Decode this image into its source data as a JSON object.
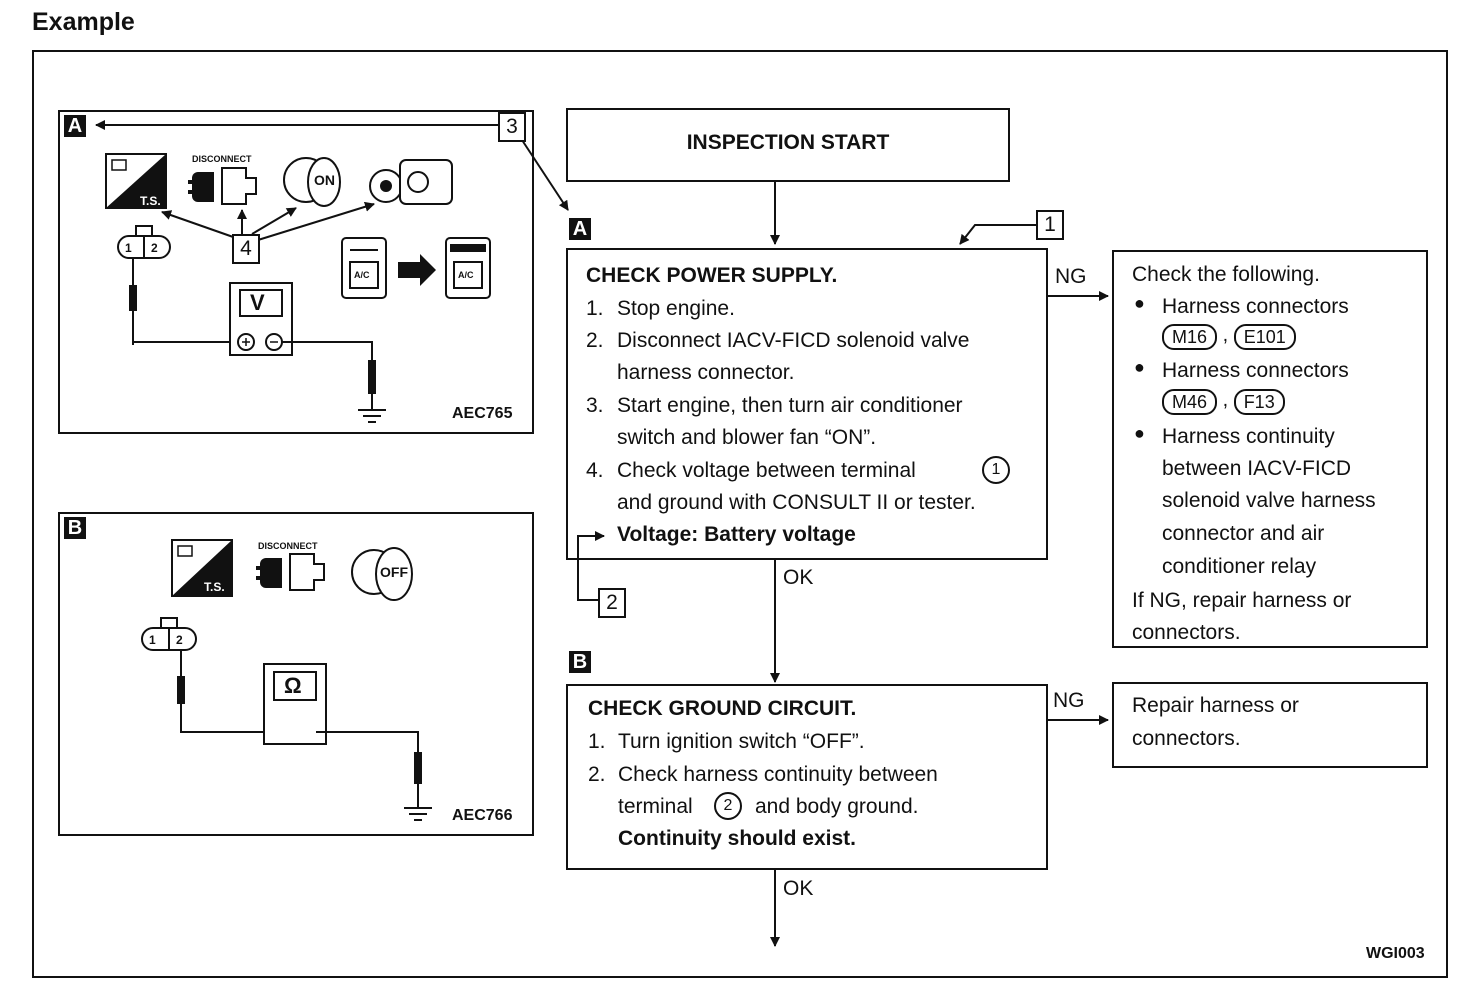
{
  "heading": "Example",
  "figure_code": "WGI003",
  "panel_a": {
    "label": "A",
    "code": "AEC765",
    "disconnect": "DISCONNECT",
    "ts": "T.S.",
    "switch": "ON",
    "ac": "A/C",
    "meter": "V",
    "connector_pins": [
      "1",
      "2"
    ],
    "callout_3": "3",
    "callout_4": "4"
  },
  "panel_b": {
    "label": "B",
    "code": "AEC766",
    "disconnect": "DISCONNECT",
    "ts": "T.S.",
    "switch": "OFF",
    "meter": "Ω",
    "connector_pins": [
      "1",
      "2"
    ]
  },
  "flow": {
    "start": "INSPECTION START",
    "step_a": {
      "label": "A",
      "title": "CHECK POWER SUPPLY.",
      "items": [
        {
          "num": "1.",
          "lines": [
            "Stop engine."
          ]
        },
        {
          "num": "2.",
          "lines": [
            "Disconnect IACV-FICD solenoid valve",
            "harness connector."
          ]
        },
        {
          "num": "3.",
          "lines": [
            "Start engine, then turn air conditioner",
            "switch and blower fan “ON”."
          ]
        },
        {
          "num": "4.",
          "lines": [
            "Check voltage between terminal",
            "and ground with CONSULT II or tester."
          ]
        }
      ],
      "terminal": "1",
      "spec": "Voltage: Battery voltage",
      "callout_1": "1",
      "callout_2": "2"
    },
    "ng_a": "NG",
    "ok_a": "OK",
    "ng_a_box": {
      "intro": "Check the following.",
      "bullets": [
        {
          "text": "Harness connectors",
          "connectors": [
            "M16",
            "E101"
          ]
        },
        {
          "text": "Harness connectors",
          "connectors": [
            "M46",
            "F13"
          ]
        },
        {
          "lines": [
            "Harness continuity",
            "between IACV-FICD",
            "solenoid valve harness",
            "connector and air",
            "conditioner relay"
          ]
        }
      ],
      "outro": [
        "If NG, repair harness or",
        "connectors."
      ]
    },
    "step_b": {
      "label": "B",
      "title": "CHECK GROUND CIRCUIT.",
      "items": [
        {
          "num": "1.",
          "lines": [
            "Turn ignition switch “OFF”."
          ]
        },
        {
          "num": "2.",
          "lines": [
            "Check harness continuity between",
            "terminal",
            "and body ground."
          ]
        }
      ],
      "terminal": "2",
      "spec": "Continuity should exist."
    },
    "ng_b": "NG",
    "ok_b": "OK",
    "ng_b_box": [
      "Repair harness or",
      "connectors."
    ]
  }
}
